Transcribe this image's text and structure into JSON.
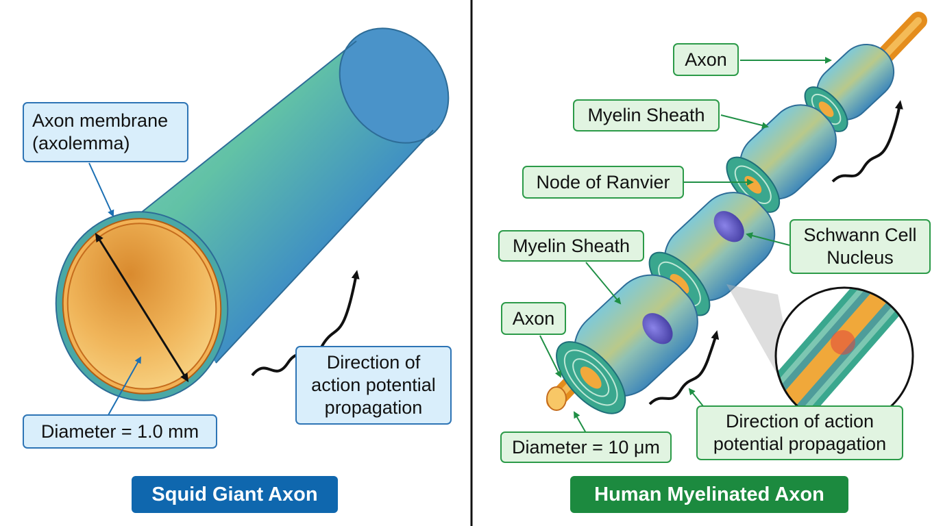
{
  "left_panel": {
    "title": "Squid Giant Axon",
    "callouts": {
      "membrane": "Axon membrane\n(axolemma)",
      "diameter": "Diameter = 1.0 mm",
      "direction": "Direction of\naction potential\npropagation"
    }
  },
  "right_panel": {
    "title": "Human Myelinated Axon",
    "callouts": {
      "axon_top": "Axon",
      "myelin_top": "Myelin Sheath",
      "node": "Node of Ranvier",
      "myelin_mid": "Myelin Sheath",
      "schwann": "Schwann Cell\nNucleus",
      "axon_bottom": "Axon",
      "diameter": "Diameter = 10 μm",
      "direction": "Direction of action\npotential propagation"
    }
  },
  "colors": {
    "left_accent": "#0f67ae",
    "right_accent": "#1c8a3f",
    "leader_blue": "#1b6fb3",
    "leader_green": "#1f8f45"
  }
}
